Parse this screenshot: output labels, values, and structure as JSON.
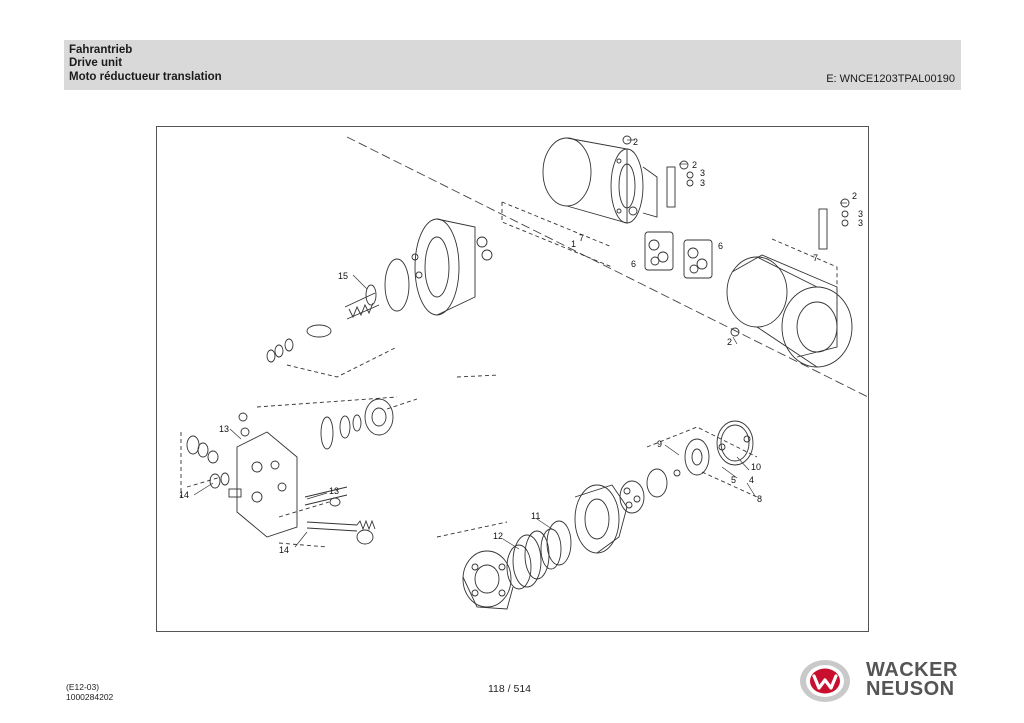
{
  "header": {
    "title_de": "Fahrantrieb",
    "title_en": "Drive unit",
    "title_fr": "Moto réductueur translation",
    "doc_code": "E: WNCE1203TPAL00190"
  },
  "drawing": {
    "callouts": {
      "c1": "1",
      "c2a": "2",
      "c2b": "2",
      "c2c": "2",
      "c2d": "2",
      "c3a": "3",
      "c3b": "3",
      "c3c": "3",
      "c3d": "3",
      "c4": "4",
      "c5": "5",
      "c6a": "6",
      "c6b": "6",
      "c7a": "7",
      "c7b": "7",
      "c8": "8",
      "c9": "9",
      "c10": "10",
      "c11": "11",
      "c12": "12",
      "c13a": "13",
      "c13b": "13",
      "c14a": "14",
      "c14b": "14",
      "c15": "15"
    }
  },
  "footer": {
    "edition": "(E12-03)",
    "doc_number": "1000284202",
    "page": "118 / 514"
  },
  "logo": {
    "line1": "WACKER",
    "line2": "NEUSON",
    "accent_color": "#c8102e",
    "gray_color": "#555555"
  }
}
